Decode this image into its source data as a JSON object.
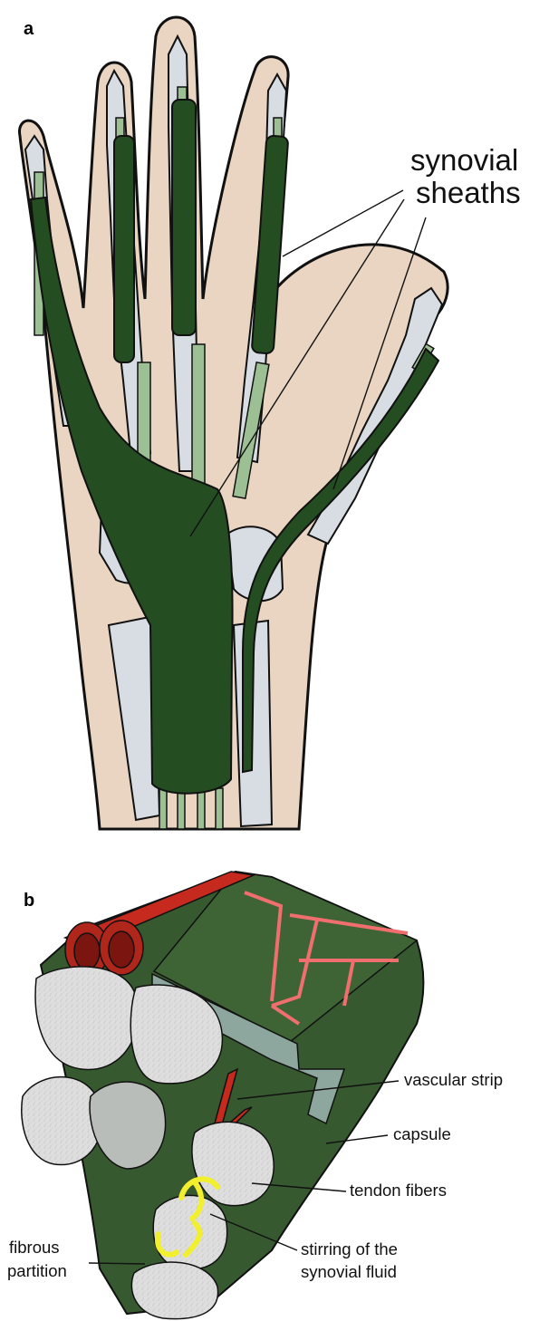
{
  "panels": [
    {
      "letter": "a",
      "labels": [
        "synovial",
        "sheaths"
      ]
    },
    {
      "letter": "b",
      "labels": [
        "vascular strip",
        "capsule",
        "tendon fibers",
        "fibrous",
        "partition",
        "stirring of the",
        "synovial fluid"
      ]
    }
  ],
  "colors": {
    "skin": "#e9d5c2",
    "bone": "#d8dde3",
    "sheath": "#244d22",
    "tendon": "#9dbf94",
    "vessel": "#c62a1e",
    "vessel_light": "#f06e6e",
    "fiber": "#dcdcdc",
    "partition": "#36592f",
    "arrow": "#f2ef2e"
  }
}
